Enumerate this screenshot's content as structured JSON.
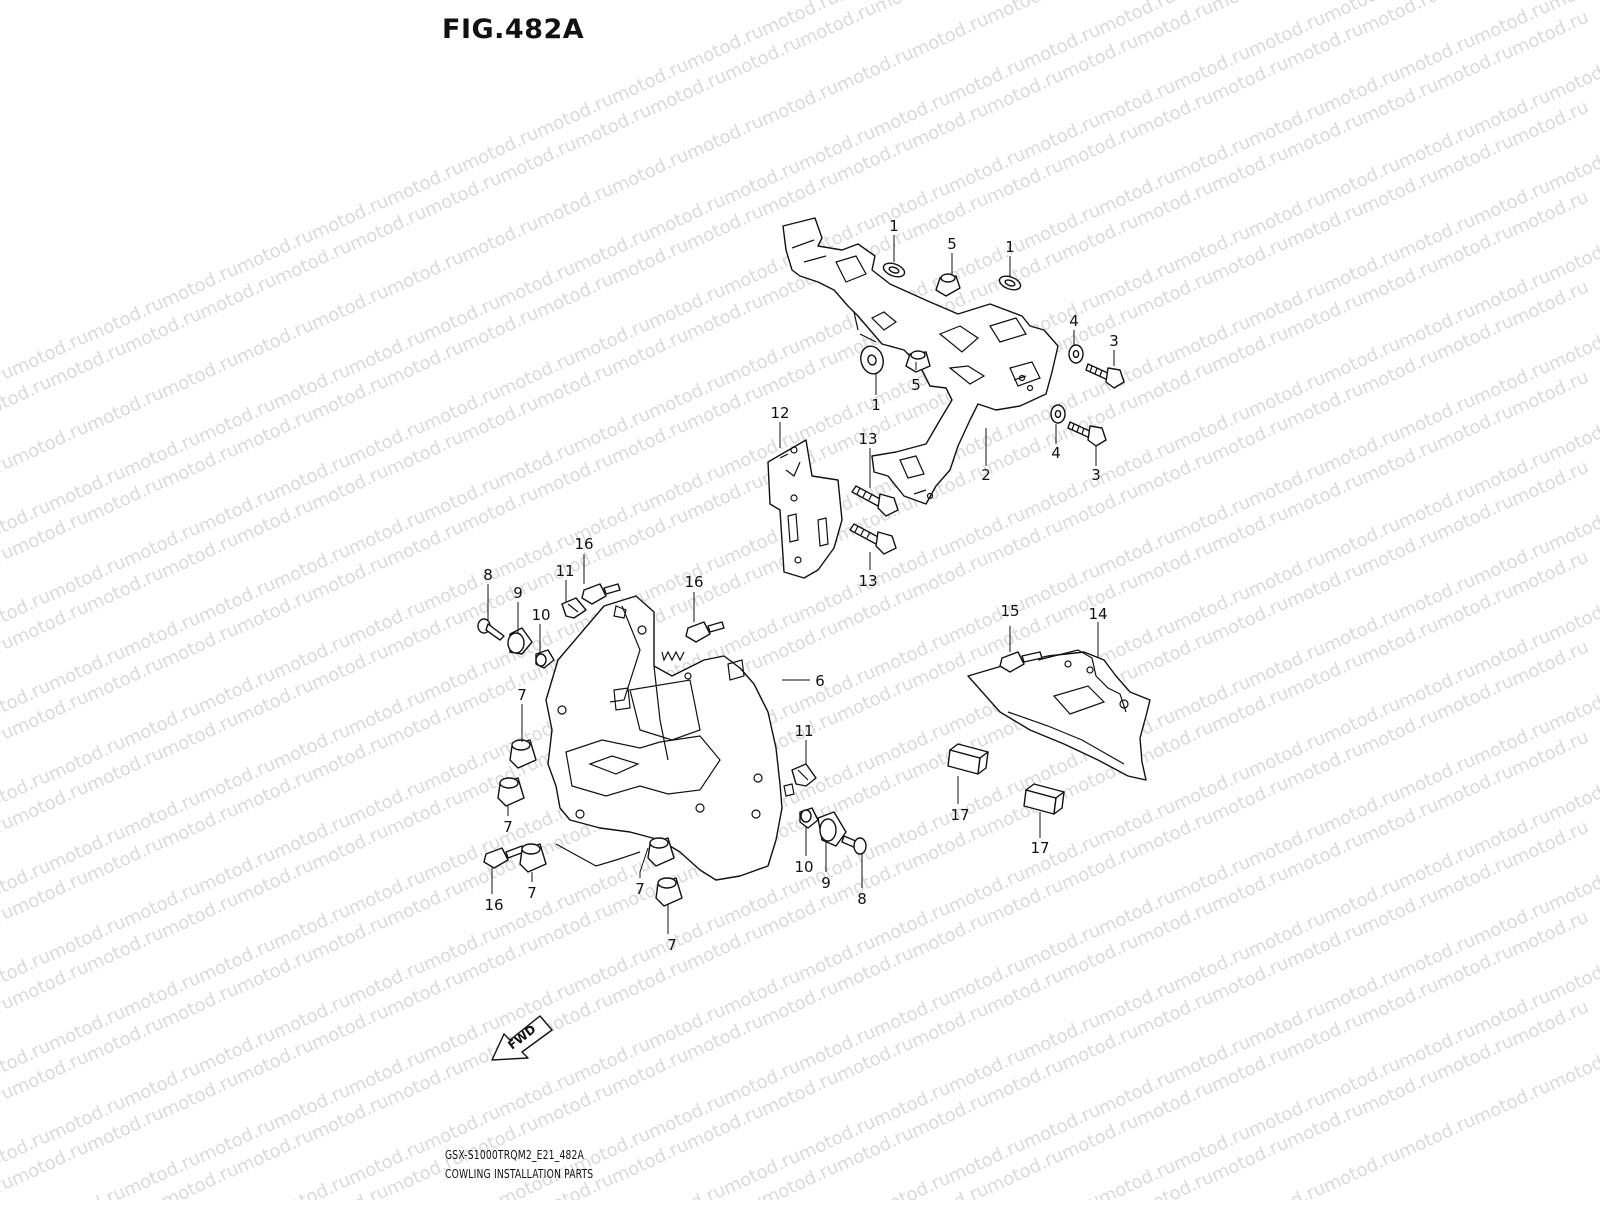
{
  "figure": {
    "title": "FIG.482A",
    "model_code": "GSX-S1000TRQM2_E21_482A",
    "group_name": "COWLING INSTALLATION PARTS",
    "direction_label": "FWD",
    "watermark": "motod.ru"
  },
  "callouts": [
    {
      "id": "c1a",
      "label": "1"
    },
    {
      "id": "c5a",
      "label": "5"
    },
    {
      "id": "c1b",
      "label": "1"
    },
    {
      "id": "c4a",
      "label": "4"
    },
    {
      "id": "c3a",
      "label": "3"
    },
    {
      "id": "c1c",
      "label": "1"
    },
    {
      "id": "c5b",
      "label": "5"
    },
    {
      "id": "c4b",
      "label": "4"
    },
    {
      "id": "c3b",
      "label": "3"
    },
    {
      "id": "c2",
      "label": "2"
    },
    {
      "id": "c12",
      "label": "12"
    },
    {
      "id": "c13a",
      "label": "13"
    },
    {
      "id": "c13b",
      "label": "13"
    },
    {
      "id": "c16a",
      "label": "16"
    },
    {
      "id": "c16b",
      "label": "16"
    },
    {
      "id": "c11a",
      "label": "11"
    },
    {
      "id": "c8a",
      "label": "8"
    },
    {
      "id": "c9a",
      "label": "9"
    },
    {
      "id": "c10a",
      "label": "10"
    },
    {
      "id": "c6",
      "label": "6"
    },
    {
      "id": "c7a",
      "label": "7"
    },
    {
      "id": "c7b",
      "label": "7"
    },
    {
      "id": "c11b",
      "label": "11"
    },
    {
      "id": "c16c",
      "label": "16"
    },
    {
      "id": "c7c",
      "label": "7"
    },
    {
      "id": "c7d",
      "label": "7"
    },
    {
      "id": "c7e",
      "label": "7"
    },
    {
      "id": "c10b",
      "label": "10"
    },
    {
      "id": "c9b",
      "label": "9"
    },
    {
      "id": "c8b",
      "label": "8"
    },
    {
      "id": "c15",
      "label": "15"
    },
    {
      "id": "c14",
      "label": "14"
    },
    {
      "id": "c17a",
      "label": "17"
    },
    {
      "id": "c17b",
      "label": "17"
    }
  ]
}
